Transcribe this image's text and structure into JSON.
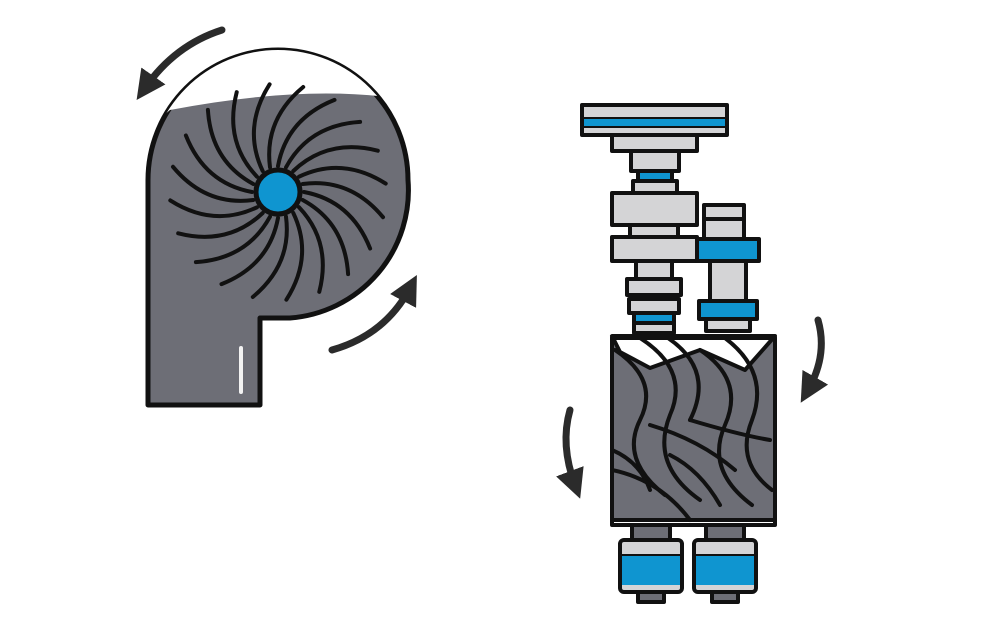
{
  "colors": {
    "background": "#ffffff",
    "body_gray": "#6d6e76",
    "outline": "#111111",
    "accent_blue": "#0f95d0",
    "light_gray": "#d4d4d6",
    "highlight": "#f2f2f2"
  },
  "illustrations": [
    {
      "name": "centrifugal-blower",
      "arrows": [
        "counter-clockwise-top",
        "clockwise-right"
      ]
    },
    {
      "name": "twin-screw-compressor",
      "arrows": [
        "left-down",
        "right-down"
      ]
    }
  ]
}
